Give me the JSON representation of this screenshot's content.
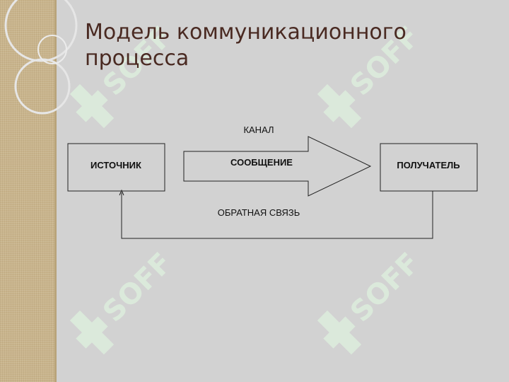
{
  "slide": {
    "title": "Модель коммуникационного процесса"
  },
  "diagram": {
    "source": "ИСТОЧНИК",
    "message": "СООБЩЕНИЕ",
    "receiver": "ПОЛУЧАТЕЛЬ",
    "channel": "КАНАЛ",
    "feedback": "ОБРАТНАЯ СВЯЗЬ"
  },
  "watermark": {
    "text": "SOFF",
    "color": "#ddeedd"
  },
  "colors": {
    "background": "#d2d2d2",
    "side_band": "#c9b48c",
    "title": "#4a2a22"
  }
}
